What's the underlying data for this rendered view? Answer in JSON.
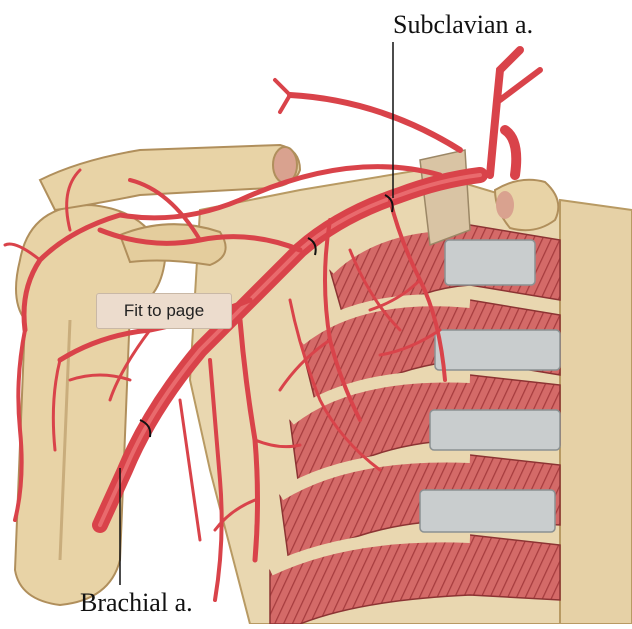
{
  "labels": {
    "subclavian": "Subclavian a.",
    "brachial": "Brachial a."
  },
  "toolbar": {
    "fit_label": "Fit to page"
  },
  "colors": {
    "bone": "#e7d2a8",
    "bone_shadow": "#c9ad7c",
    "artery": "#d9434a",
    "artery_dark": "#a8262e",
    "muscle": "#c9595a",
    "muscle_light": "#e58b86",
    "cartilage": "#c8cbcc"
  }
}
